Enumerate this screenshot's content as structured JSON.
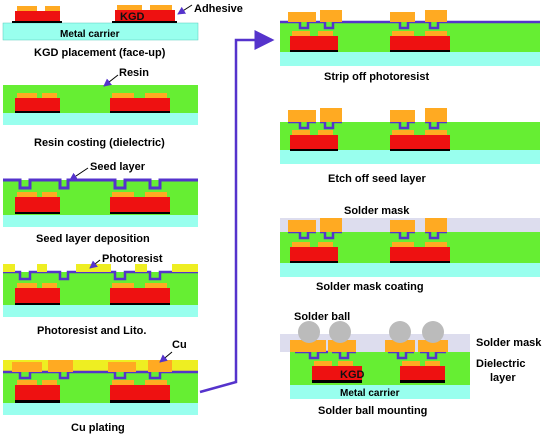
{
  "steps_left": [
    {
      "caption": "KGD placement (face-up)"
    },
    {
      "caption": "Resin costing (dielectric)"
    },
    {
      "caption": "Seed layer deposition"
    },
    {
      "caption": "Photoresist and Lito."
    },
    {
      "caption": "Cu plating"
    }
  ],
  "steps_right": [
    {
      "caption": "Strip off photoresist"
    },
    {
      "caption": "Etch off seed layer"
    },
    {
      "caption": "Solder mask coating"
    },
    {
      "caption": "Solder ball mounting"
    }
  ],
  "labels": {
    "kgd": "KGD",
    "adhesive": "Adhesive",
    "metal_carrier": "Metal carrier",
    "resin": "Resin",
    "seed_layer": "Seed layer",
    "photoresist": "Photoresist",
    "cu": "Cu",
    "solder_mask": "Solder mask",
    "solder_ball": "Solder ball",
    "dielectric": "Dielectric",
    "layer": "layer"
  },
  "colors": {
    "carrier": "#99ffee",
    "die": "#ee1111",
    "adhesive": "#000000",
    "resin": "#66ee33",
    "seed": "#5533cc",
    "photoresist": "#eeee22",
    "cu": "#ffaa22",
    "solder_mask": "#ddddee",
    "solder_ball": "#bbbbbb",
    "arrow": "#5533cc"
  }
}
